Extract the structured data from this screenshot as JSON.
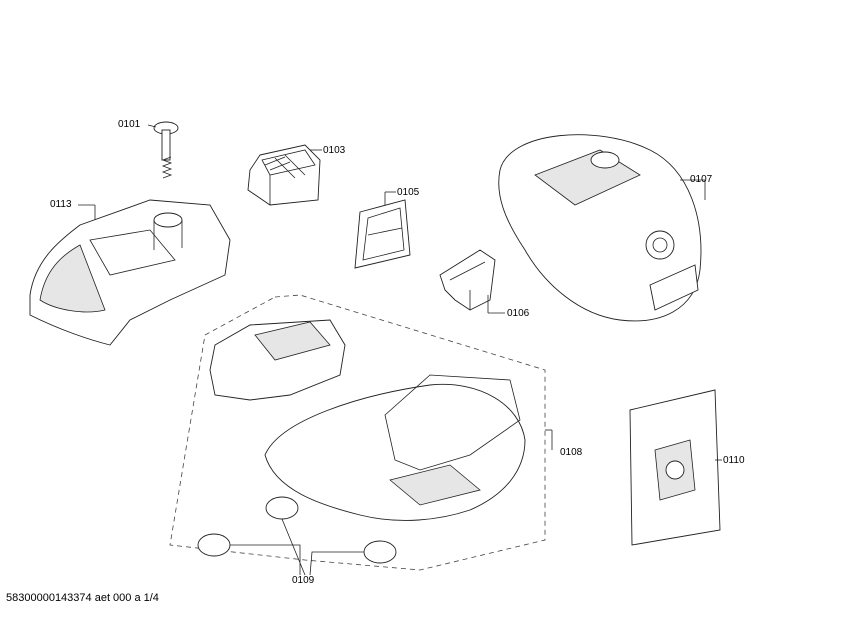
{
  "parts": [
    {
      "id": "0101"
    },
    {
      "id": "0103"
    },
    {
      "id": "0105"
    },
    {
      "id": "0107"
    },
    {
      "id": "0113"
    },
    {
      "id": "0106"
    },
    {
      "id": "0108"
    },
    {
      "id": "0110"
    },
    {
      "id": "0109"
    }
  ],
  "footer": "58300000143374 aet 000 a 1/4"
}
